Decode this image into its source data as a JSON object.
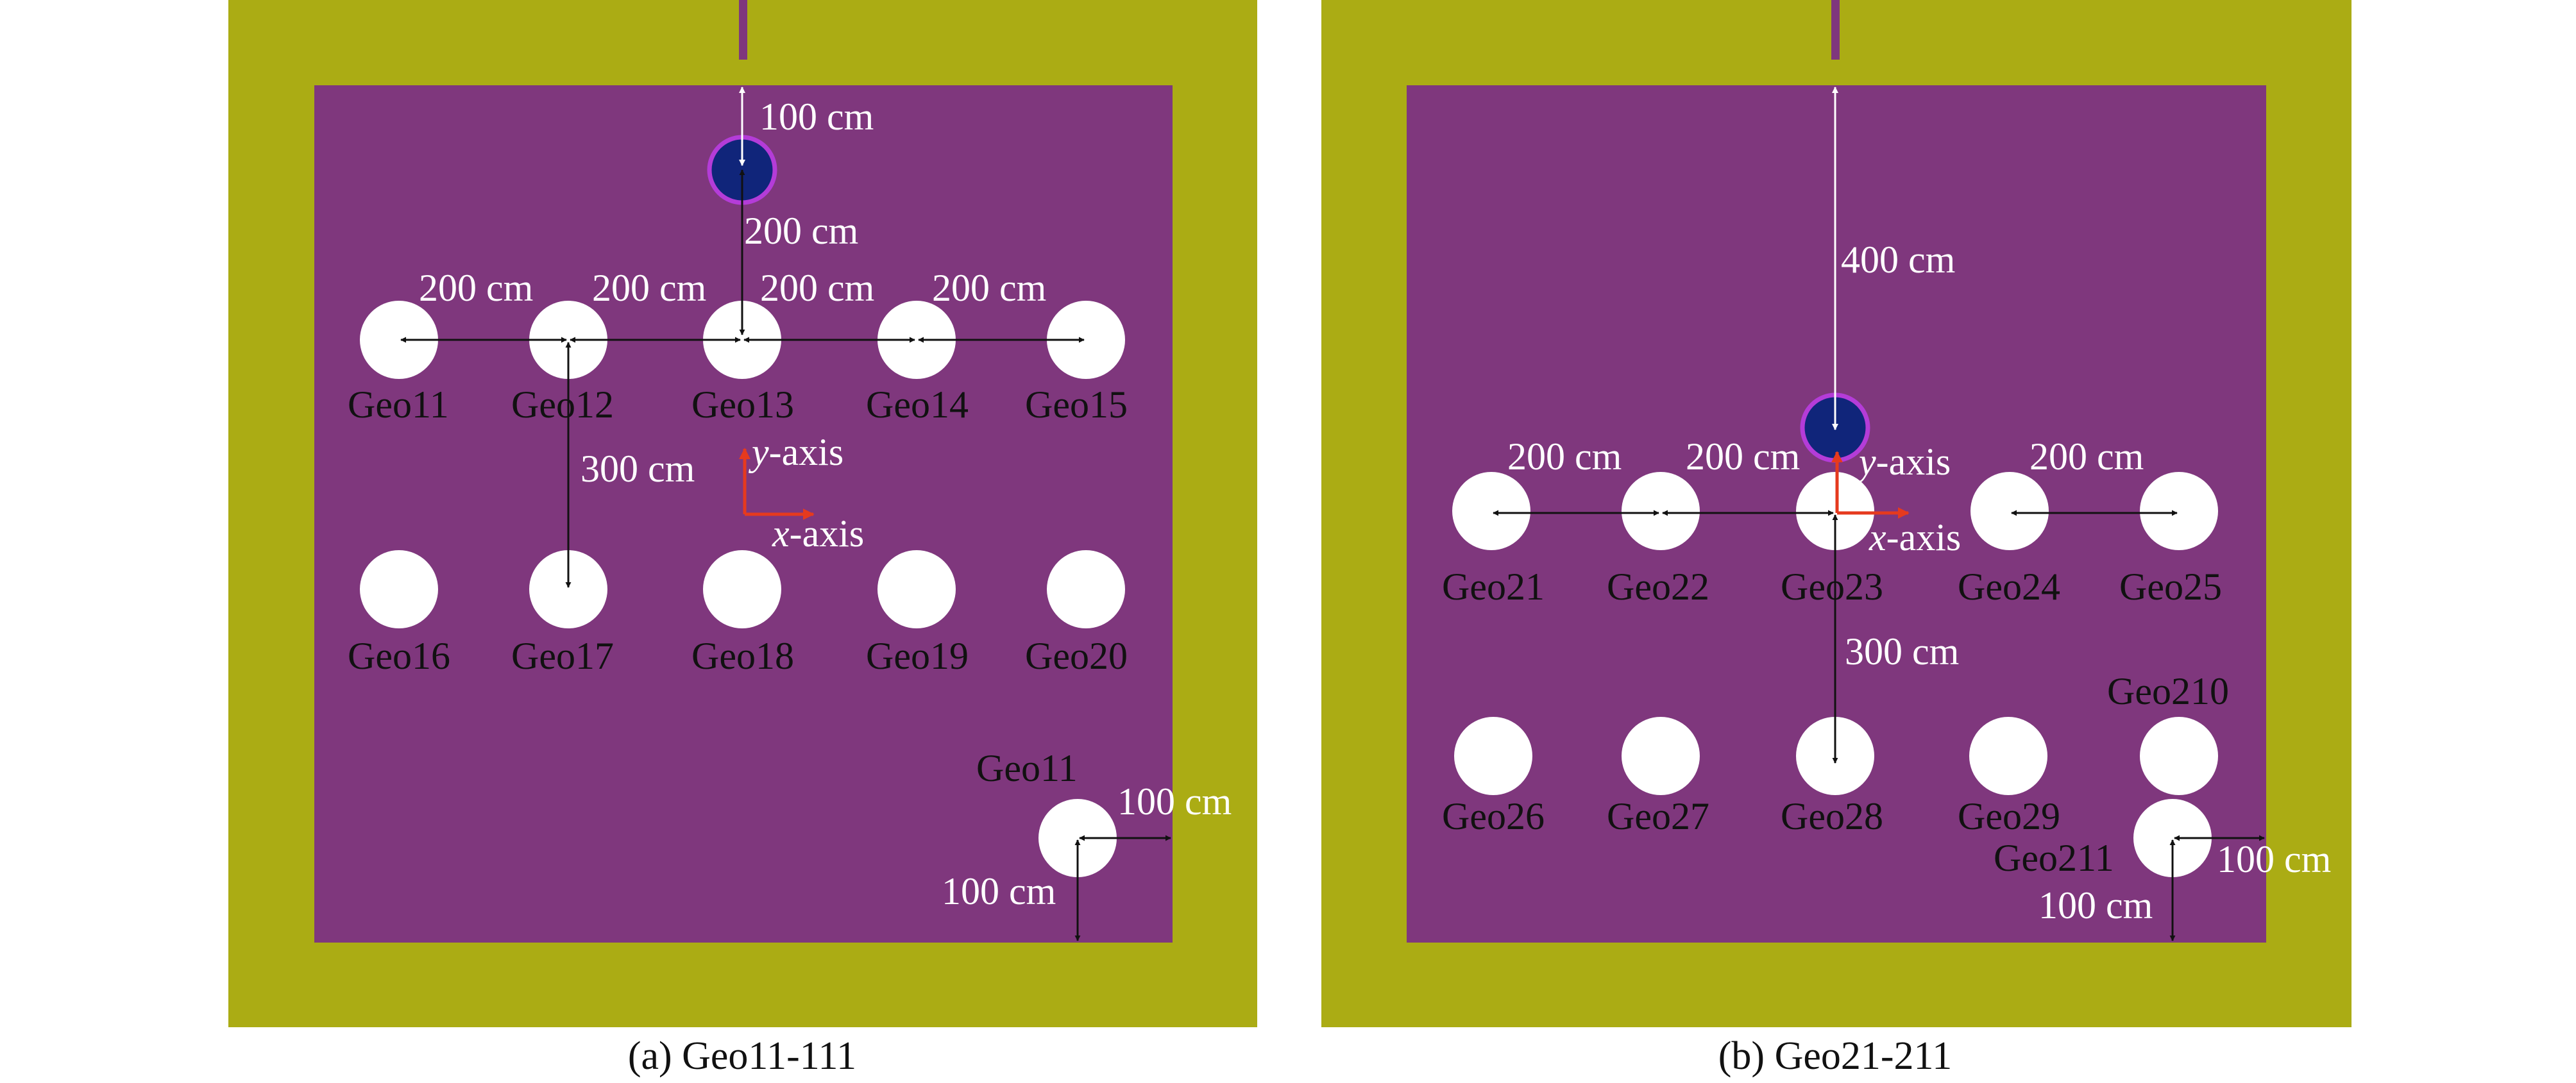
{
  "colors": {
    "outer": "#abac14",
    "inner": "#7f377d",
    "white": "#ffffff",
    "source_fill": "#10257a",
    "source_ring": "#b43cd8",
    "axis_red": "#e63a1e",
    "arrow_black": "#111111"
  },
  "panel_a": {
    "caption": "(a) Geo11-111",
    "geo_labels": [
      "Geo11",
      "Geo12",
      "Geo13",
      "Geo14",
      "Geo15",
      "Geo16",
      "Geo17",
      "Geo18",
      "Geo19",
      "Geo20"
    ],
    "corner_label": "Geo11",
    "dims": {
      "top": "100 cm",
      "source_to_row": "200 cm",
      "spacing_1": "200 cm",
      "spacing_2": "200 cm",
      "spacing_3": "200 cm",
      "spacing_4": "200 cm",
      "row_gap": "300 cm",
      "edge_right": "100 cm",
      "edge_bottom": "100 cm"
    },
    "axis": {
      "y": "y",
      "x": "x",
      "suffix": "-axis"
    }
  },
  "panel_b": {
    "caption": "(b) Geo21-211",
    "geo_labels": [
      "Geo21",
      "Geo22",
      "Geo23",
      "Geo24",
      "Geo25",
      "Geo26",
      "Geo27",
      "Geo28",
      "Geo29"
    ],
    "label_210": "Geo210",
    "label_211": "Geo211",
    "dims": {
      "top": "400 cm",
      "spacing_1": "200 cm",
      "spacing_2": "200 cm",
      "spacing_4": "200 cm",
      "row_gap": "300 cm",
      "edge_right": "100 cm",
      "edge_bottom": "100 cm"
    },
    "axis": {
      "y": "y",
      "x": "x",
      "suffix": "-axis"
    }
  }
}
